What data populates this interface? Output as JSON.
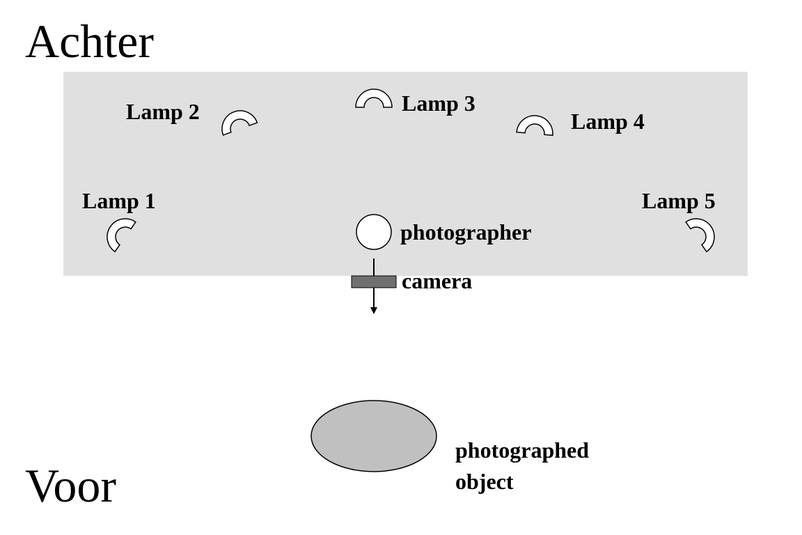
{
  "labels": {
    "back": "Achter",
    "front": "Voor"
  },
  "lamps": [
    {
      "id": "lamp-1",
      "label": "Lamp 1"
    },
    {
      "id": "lamp-2",
      "label": "Lamp 2"
    },
    {
      "id": "lamp-3",
      "label": "Lamp 3"
    },
    {
      "id": "lamp-4",
      "label": "Lamp 4"
    },
    {
      "id": "lamp-5",
      "label": "Lamp 5"
    }
  ],
  "photographer": {
    "label": "photographer"
  },
  "camera": {
    "label": "camera"
  },
  "object": {
    "label_line1": "photographed",
    "label_line2": "object"
  },
  "colors": {
    "area_fill": "#e0e0e0",
    "object_fill": "#c0c0c0",
    "camera_fill": "#707070",
    "outline": "#000000"
  }
}
